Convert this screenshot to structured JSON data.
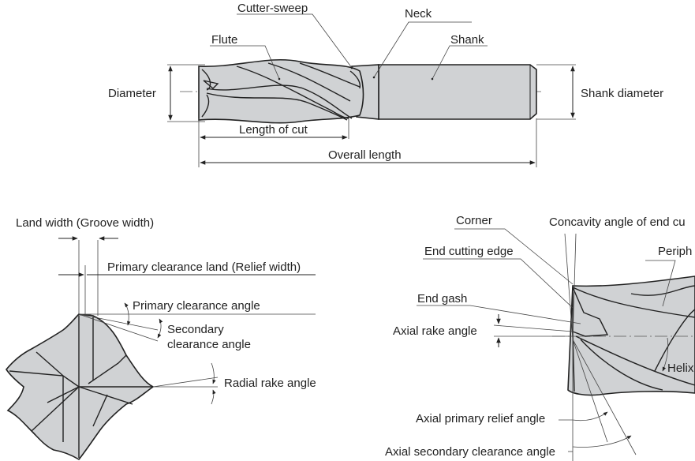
{
  "top": {
    "cutter_sweep": "Cutter-sweep",
    "neck": "Neck",
    "flute": "Flute",
    "shank": "Shank",
    "diameter": "Diameter",
    "shank_diameter": "Shank diameter",
    "length_of_cut": "Length of cut",
    "overall_length": "Overall length"
  },
  "left": {
    "land_width": "Land width (Groove width)",
    "primary_clearance_land": "Primary clearance land (Relief width)",
    "primary_clearance_angle": "Primary clearance angle",
    "secondary_clearance_1": "Secondary",
    "secondary_clearance_2": "clearance angle",
    "radial_rake_angle": "Radial rake angle"
  },
  "right": {
    "corner": "Corner",
    "concavity": "Concavity angle of end cu",
    "end_cutting_edge": "End cutting edge",
    "periph": "Periph",
    "end_gash": "End gash",
    "axial_rake_angle": "Axial rake angle",
    "helix": "Helix",
    "axial_primary_relief": "Axial primary relief angle",
    "axial_secondary_clearance": "Axial secondary clearance angle"
  },
  "colors": {
    "tool_fill": "#d0d2d4",
    "line": "#222222"
  }
}
